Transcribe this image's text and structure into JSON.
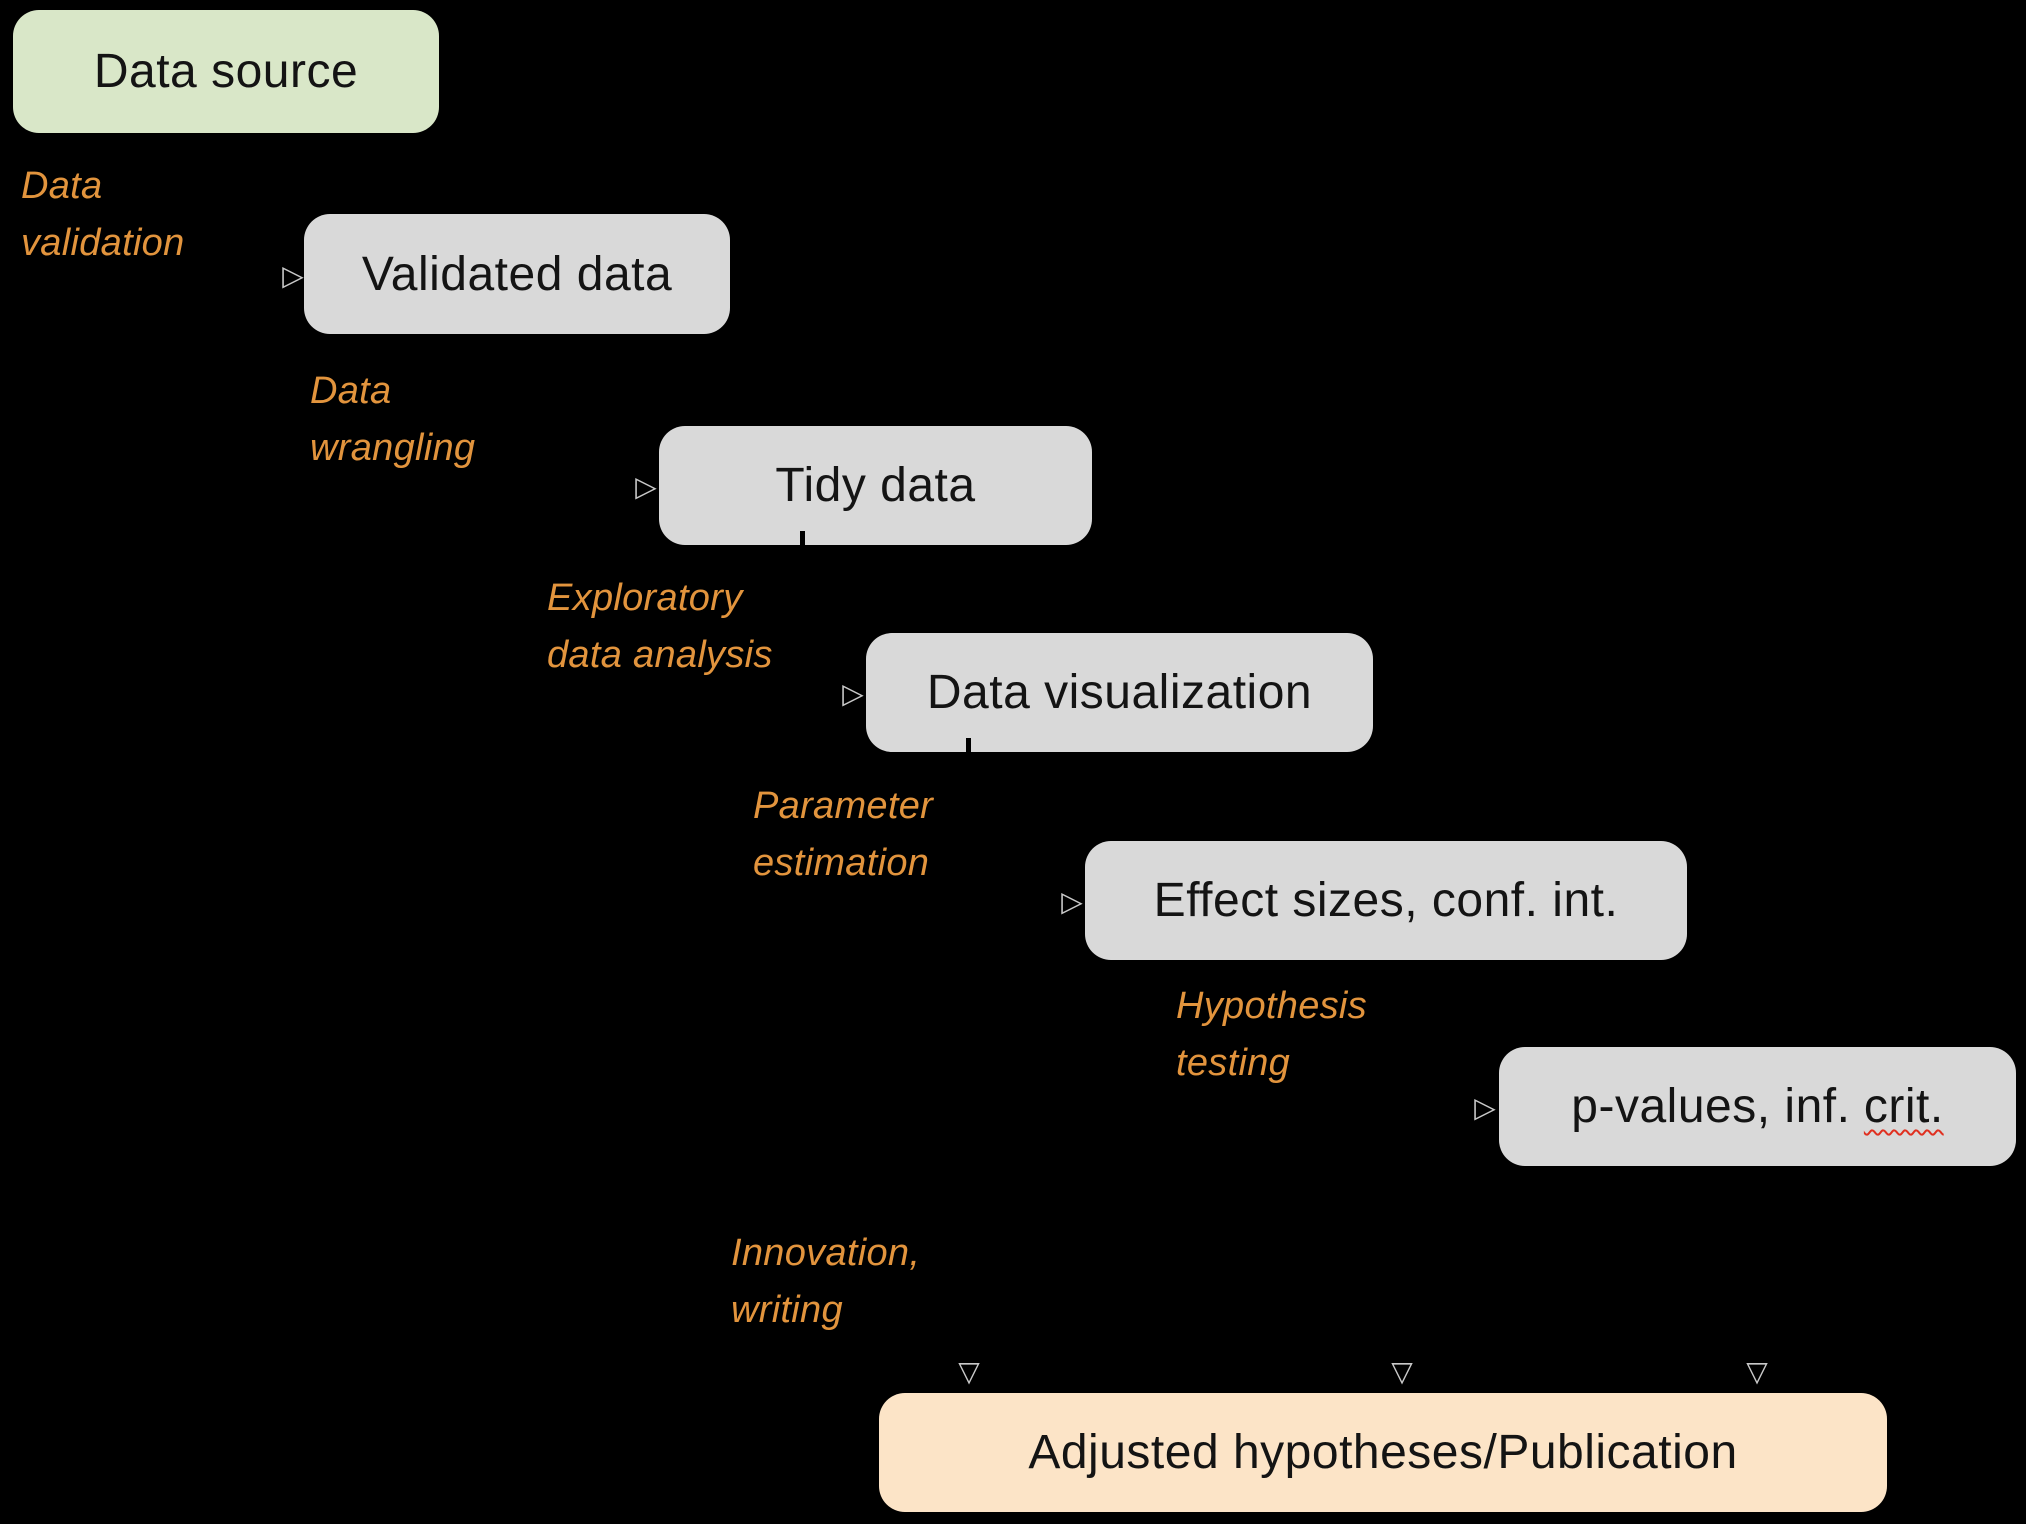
{
  "colors": {
    "background": "#000000",
    "source_fill": "#d9e7c8",
    "process_fill": "#d9d9d9",
    "output_fill": "#fce4c7",
    "edge_label": "#e2943d",
    "node_text": "#141414",
    "arrow": "#c9c9c9",
    "spellcheck_underline": "#e03020"
  },
  "nodes": {
    "data_source": "Data source",
    "validated_data": "Validated data",
    "tidy_data": "Tidy data",
    "data_visualization": "Data visualization",
    "effect_sizes": "Effect sizes, conf. int.",
    "p_values_prefix": "p-values, inf.",
    "p_values_flagged": "crit.",
    "publication": "Adjusted hypotheses/Publication"
  },
  "edge_labels": {
    "data_validation": "Data\nvalidation",
    "data_wrangling": "Data\nwrangling",
    "exploratory_data_analysis": "Exploratory\ndata analysis",
    "parameter_estimation": "Parameter\nestimation",
    "hypothesis_testing": "Hypothesis\ntesting",
    "innovation_writing": "Innovation,\nwriting"
  },
  "icons": {
    "arrow_right": "▷",
    "arrow_down": "▽"
  }
}
